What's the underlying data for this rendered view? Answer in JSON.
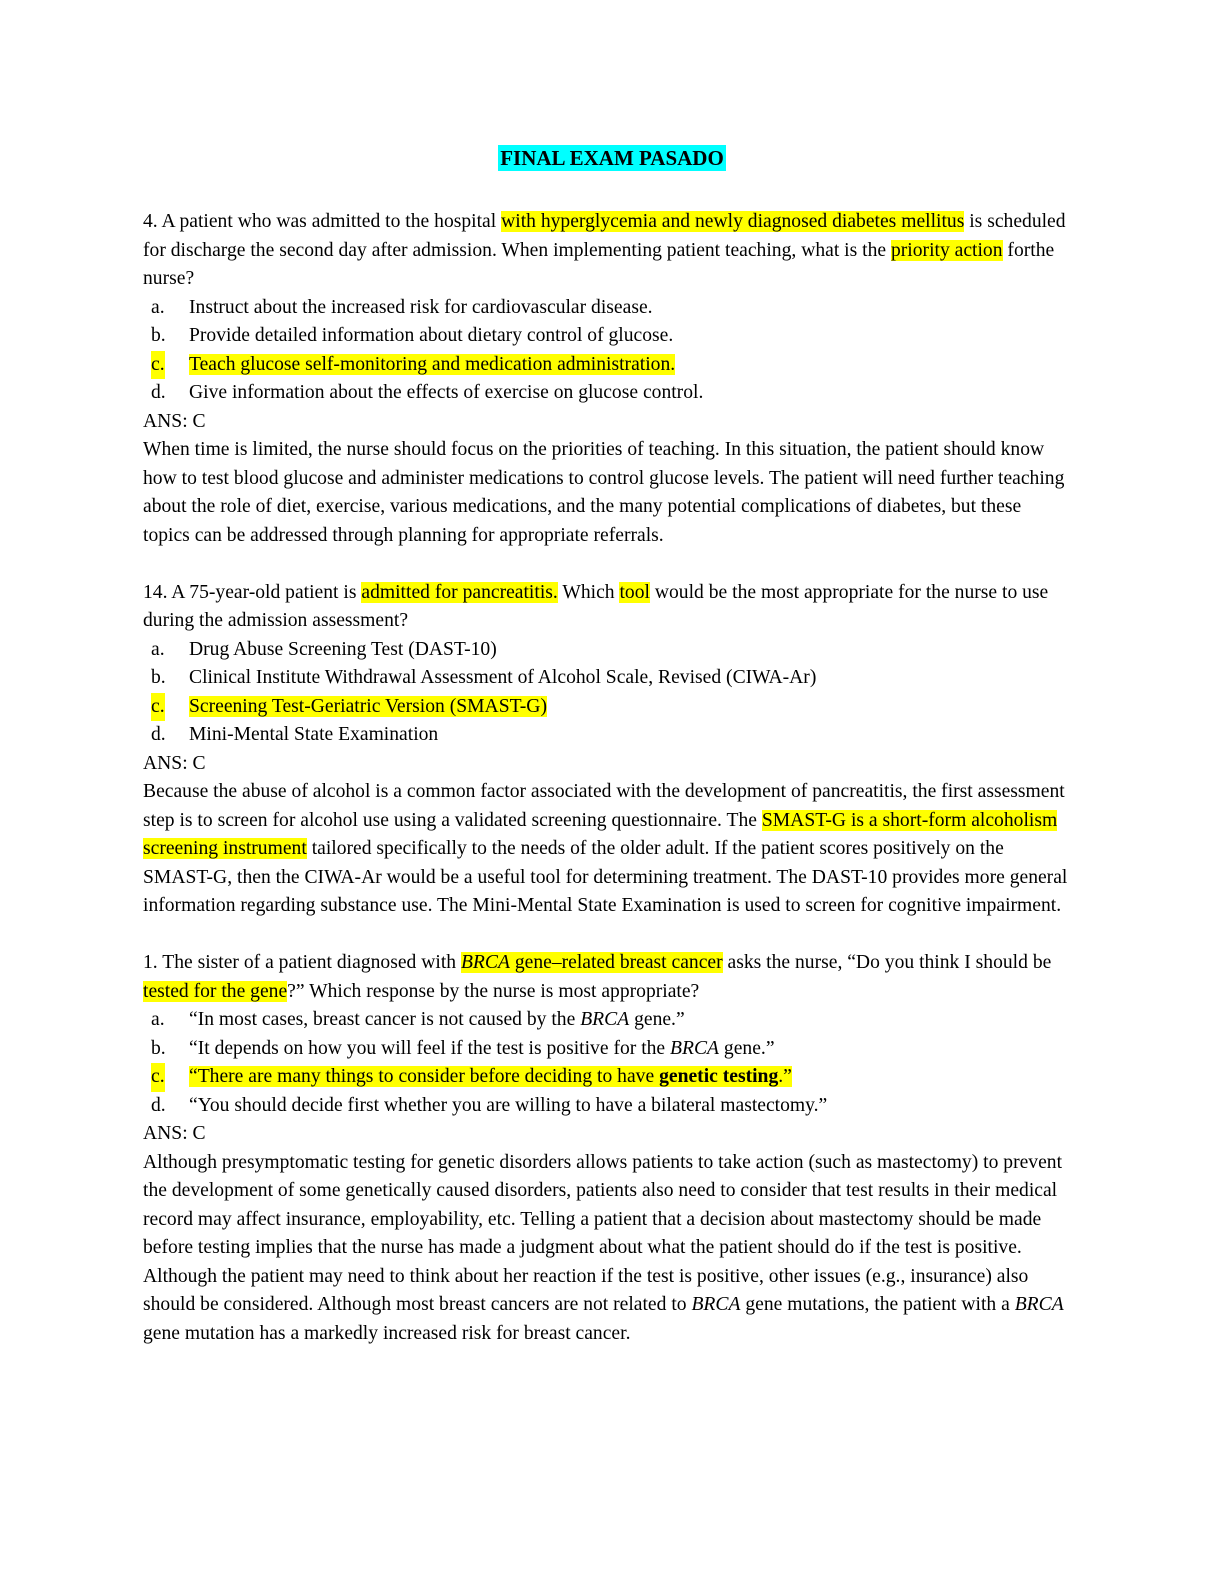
{
  "document": {
    "title": "FINAL EXAM PASADO",
    "title_highlight_color": "#00ffff",
    "highlight_color": "#ffff00",
    "page_background": "#ffffff",
    "text_color": "#000000"
  },
  "questions": [
    {
      "number": "4.",
      "stem_parts": [
        {
          "text": "4. A patient who was admitted to the hospital ",
          "highlight": false
        },
        {
          "text": "with hyperglycemia and newly diagnosed diabetes mellitus",
          "highlight": true
        },
        {
          "text": " is scheduled for discharge the second day after admission. When implementing patient teaching, what is the ",
          "highlight": false
        },
        {
          "text": "priority action",
          "highlight": true
        },
        {
          "text": " forthe nurse?",
          "highlight": false
        }
      ],
      "choices": [
        {
          "letter": "a.",
          "text": "Instruct about the increased risk for cardiovascular disease.",
          "highlight": false
        },
        {
          "letter": "b.",
          "text": "Provide detailed information about dietary control of glucose.",
          "highlight": false
        },
        {
          "letter": "c.",
          "text": "Teach glucose self-monitoring and medication administration.",
          "highlight": true
        },
        {
          "letter": "d.",
          "text": "Give information about the effects of exercise on glucose control.",
          "highlight": false
        }
      ],
      "answer_label": "ANS: C",
      "rationale_parts": [
        {
          "text": "When time is limited, the nurse should focus on the priorities of teaching. In this situation, the patient should know how to test blood glucose and administer medications to control glucose levels. The patient will need further teaching about the role of diet, exercise, various medications, and the many potential complications of diabetes, but these topics can be addressed through planning for appropriate referrals.",
          "highlight": false
        }
      ]
    },
    {
      "number": "14.",
      "stem_parts": [
        {
          "text": "14. A 75-year-old patient is ",
          "highlight": false
        },
        {
          "text": "admitted for pancreatitis.",
          "highlight": true
        },
        {
          "text": " Which ",
          "highlight": false
        },
        {
          "text": "tool",
          "highlight": true
        },
        {
          "text": " would be the most appropriate for the nurse to use during the admission assessment?",
          "highlight": false
        }
      ],
      "choices": [
        {
          "letter": "a.",
          "text": "Drug Abuse Screening Test (DAST-10)",
          "highlight": false
        },
        {
          "letter": "b.",
          "text": "Clinical Institute Withdrawal Assessment of Alcohol Scale, Revised (CIWA-Ar)",
          "highlight": false
        },
        {
          "letter": "c.",
          "text": "Screening Test-Geriatric Version (SMAST-G)",
          "highlight": true
        },
        {
          "letter": "d.",
          "text": "Mini-Mental State Examination",
          "highlight": false
        }
      ],
      "answer_label": "ANS: C",
      "rationale_parts": [
        {
          "text": "Because the abuse of alcohol is a common factor associated with the development of pancreatitis, the first assessment step is to screen for alcohol use using a validated screening questionnaire. The ",
          "highlight": false
        },
        {
          "text": "SMAST-G is a short-form alcoholism screening instrument",
          "highlight": true
        },
        {
          "text": " tailored specifically to the needs of the older adult. If the patient scores positively on the SMAST-G, then the CIWA-Ar would be a useful tool for determining treatment. The DAST-10 provides more general information regarding substance use. The Mini-Mental State Examination is used to screen for cognitive impairment.",
          "highlight": false
        }
      ]
    },
    {
      "number": "1.",
      "stem_parts": [
        {
          "text": "1. The sister of a patient diagnosed with ",
          "highlight": false
        },
        {
          "text": "BRCA",
          "highlight": true,
          "italic": true
        },
        {
          "text": " gene–related breast cancer",
          "highlight": true
        },
        {
          "text": " asks the nurse, “Do you think I should be ",
          "highlight": false
        },
        {
          "text": "tested for the gene",
          "highlight": true
        },
        {
          "text": "?” Which response by the nurse is most appropriate?",
          "highlight": false
        }
      ],
      "choices": [
        {
          "letter": "a.",
          "highlight": false,
          "parts": [
            {
              "text": "“In most cases, breast cancer is not caused by the "
            },
            {
              "text": "BRCA",
              "italic": true
            },
            {
              "text": " gene.”"
            }
          ]
        },
        {
          "letter": "b.",
          "highlight": false,
          "parts": [
            {
              "text": "“It depends on how you will feel if the test is positive for the "
            },
            {
              "text": "BRCA",
              "italic": true
            },
            {
              "text": " gene.”"
            }
          ]
        },
        {
          "letter": "c.",
          "highlight": true,
          "parts": [
            {
              "text": "“There are many things to consider before deciding to have "
            },
            {
              "text": "genetic testing",
              "bold": true
            },
            {
              "text": ".”"
            }
          ]
        },
        {
          "letter": "d.",
          "highlight": false,
          "parts": [
            {
              "text": "“You should decide first whether you are willing to have a bilateral mastectomy.”"
            }
          ]
        }
      ],
      "answer_label": "ANS: C",
      "rationale_parts": [
        {
          "text": "Although presymptomatic testing for genetic disorders allows patients to take action (such as mastectomy) to prevent the development of some genetically caused disorders, patients also need to consider that test results in their medical record may affect insurance, employability, etc. Telling a patient that a decision about mastectomy should be made before testing implies that the nurse has made a judgment about what the patient should do if the test is positive. Although the patient may need to think about her reaction if the test is positive, other issues (e.g., insurance) also should be considered. Although most breast cancers are not related to ",
          "highlight": false
        },
        {
          "text": "BRCA",
          "highlight": false,
          "italic": true
        },
        {
          "text": " gene mutations, the patient with a ",
          "highlight": false
        },
        {
          "text": "BRCA",
          "highlight": false,
          "italic": true
        },
        {
          "text": " gene mutation has a markedly increased risk for breast cancer.",
          "highlight": false
        }
      ]
    }
  ]
}
